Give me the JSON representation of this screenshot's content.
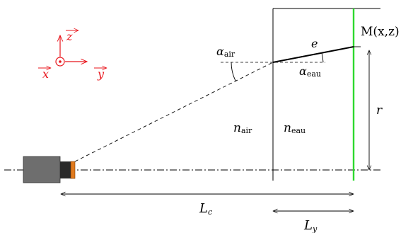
{
  "axes": {
    "z": "z",
    "x": "x",
    "y": "y"
  },
  "labels": {
    "alpha_air": {
      "main": "α",
      "sub": "air"
    },
    "alpha_eau": {
      "main": "α",
      "sub": "eau"
    },
    "e": "e",
    "M": "M(x,z)",
    "n_air": {
      "main": "n",
      "sub": "air"
    },
    "n_eau": {
      "main": "n",
      "sub": "eau"
    },
    "r": "r",
    "L_c": {
      "main": "L",
      "sub": "c"
    },
    "L_y": {
      "main": "L",
      "sub": "y"
    }
  },
  "colors": {
    "axes_red": "#e8141b",
    "green_plane": "#2ed92e",
    "camera_body": "#6e6e6e",
    "camera_ring": "#2a2a2a",
    "camera_lens": "#e07a1e"
  }
}
